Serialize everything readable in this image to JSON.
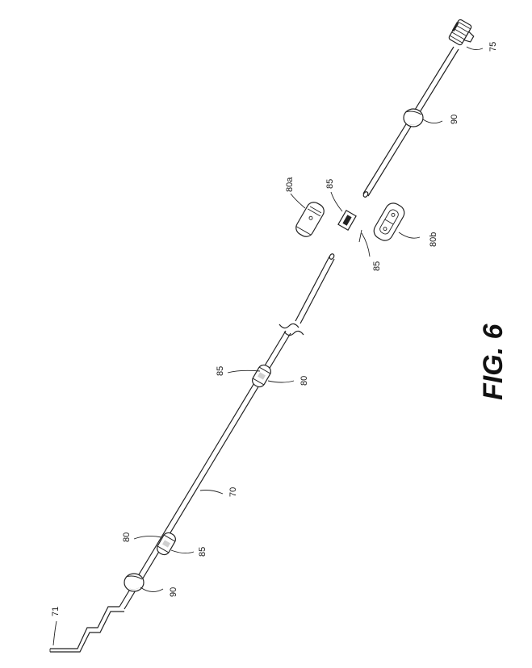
{
  "labels": {
    "l71": "71",
    "l75": "75",
    "l90_top": "90",
    "l90_bottom": "90",
    "l85_exploded_top": "85",
    "l85_exploded_bottom": "85",
    "l80a": "80a",
    "l80b": "80b",
    "l85_mid": "85",
    "l80_mid": "80",
    "l70": "70",
    "l80_low": "80",
    "l85_low": "85"
  },
  "figure_label": "FIG. 6"
}
